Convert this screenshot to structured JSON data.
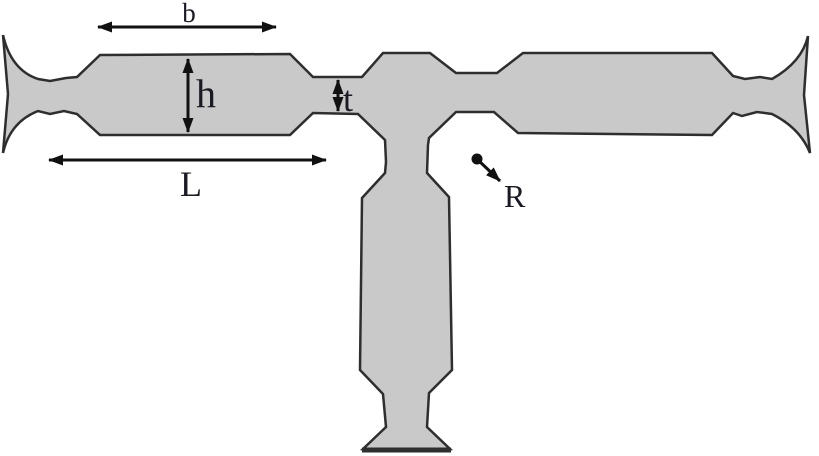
{
  "labels": {
    "b": "b",
    "h": "h",
    "t": "t",
    "L": "L",
    "R": "R"
  },
  "colors": {
    "background": "#ffffff",
    "specimen_fill": "#c9c9c9",
    "specimen_outline": "#2e2e2e",
    "dimension_line": "#111111",
    "label_text": "#1a1a24"
  }
}
